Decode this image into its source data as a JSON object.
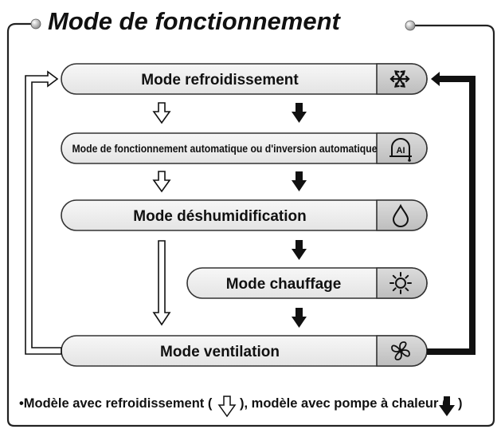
{
  "title": "Mode de fonctionnement",
  "modes": [
    {
      "label": "Mode refroidissement",
      "icon": "snowflake-icon"
    },
    {
      "label": "Mode de fonctionnement automatique ou d'inversion automatique",
      "icon": "ai-auto-icon",
      "icon_text": "AI"
    },
    {
      "label": "Mode déshumidification",
      "icon": "water-drop-icon"
    },
    {
      "label": "Mode chauffage",
      "icon": "sun-icon"
    },
    {
      "label": "Mode ventilation",
      "icon": "fan-icon"
    }
  ],
  "legend": {
    "part1": "•Modèle avec refroidissement (",
    "part2": "), modèle avec pompe à chaleur (",
    "part3": ")"
  }
}
